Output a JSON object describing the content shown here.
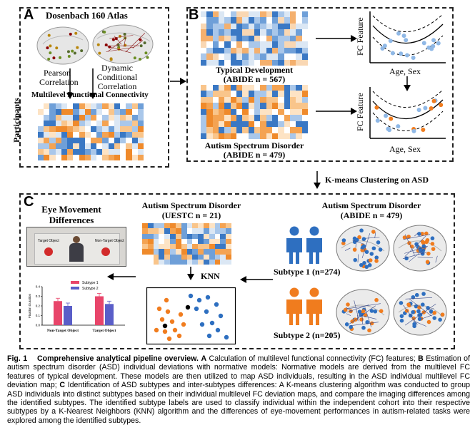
{
  "panel_a": {
    "label": "A",
    "atlas_title": "Dosenbach 160 Atlas",
    "pearson": "Pearson\nCorrelation",
    "dynamic": "Dynamic\nConditional\nCorrelation",
    "mfc_title": "Multilevel Functional Connectivity",
    "participants": "Participants"
  },
  "panel_b": {
    "label": "B",
    "td_label": "Typical Development",
    "td_n": "(ABIDE n = 567)",
    "asd_label": "Autism Spectrum Disorder",
    "asd_n": "(ABIDE n = 479)",
    "y_label": "FC Feature",
    "x_label": "Age, Sex"
  },
  "kmeans_label": "K-means Clustering on ASD",
  "panel_c": {
    "label": "C",
    "eye_title": "Eye Movement\nDifferences",
    "target_object": "Target Object",
    "nontarget_object": "Non-Target Object",
    "uestc_title": "Autism Spectrum Disorder",
    "uestc_n": "(UESTC n = 21)",
    "knn": "KNN",
    "abide_title": "Autism Spectrum Disorder",
    "abide_n": "(ABIDE n = 479)",
    "subtype1": "Subtype 1 (n=274)",
    "subtype2": "Subtype 2 (n=205)"
  },
  "bar_chart": {
    "type": "bar",
    "ylabel": "Fixation Duration",
    "categories": [
      "Non-Target Object",
      "Target Object"
    ],
    "series": [
      {
        "name": "Subtype 1",
        "values": [
          0.25,
          0.3
        ],
        "color": "#e8456a"
      },
      {
        "name": "Subtype 2",
        "values": [
          0.2,
          0.22
        ],
        "color": "#5a5ec8"
      }
    ],
    "ylim": [
      0,
      0.4
    ],
    "yticks": [
      "0.0",
      "0.1",
      "0.2",
      "0.3",
      "0.4"
    ]
  },
  "colors": {
    "blue": "#2e6fc0",
    "orange": "#f07c1e",
    "light_blue": "#8fb8e6",
    "light_orange": "#f6b777"
  },
  "caption": {
    "fig": "Fig. 1",
    "title": "Comprehensive analytical pipeline overview.",
    "a": "A",
    "a_text": " Calculation of multilevel functional connectivity (FC) features; ",
    "b": "B",
    "b_text": " Estimation of autism spectrum disorder (ASD) individual deviations with normative models: Normative models are derived from the multilevel FC features of typical development. These models are then utilized to map ASD individuals, resulting in the ASD individual multilevel FC deviation map; ",
    "c": "C",
    "c_text": " Identification of ASD subtypes and inter-subtypes differences: A K-means clustering algorithm was conducted to group ASD individuals into distinct subtypes based on their individual multilevel FC deviation maps, and compare the imaging differences among the identified subtypes. The identified subtype labels are used to classify individual within the independent cohort into their respective subtypes by a K-Nearest Neighbors (KNN) algorithm and the differences of eye-movement performances in autism-related tasks were explored among the identified subtypes."
  }
}
